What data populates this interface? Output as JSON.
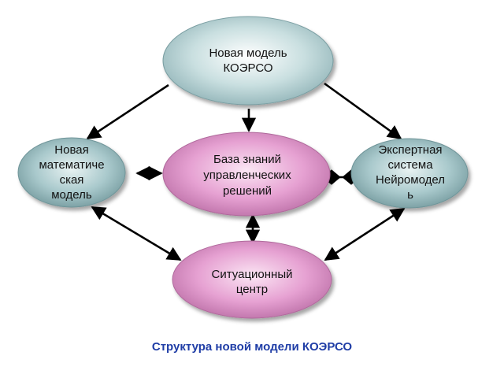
{
  "diagram": {
    "nodes": {
      "top": {
        "label": "Новая модель\nКОЭРСО",
        "color": "#b9d4d6"
      },
      "left": {
        "label": "Новая\nматематиче\nская\nмодель",
        "color": "#a9c9cc"
      },
      "center": {
        "label": "База знаний\nуправленческих\nрешений",
        "color": "#e7a3d3"
      },
      "right": {
        "label": "Экспертная\nсистема\nНейромодел\nь",
        "color": "#a9c9cc"
      },
      "bottom": {
        "label": "Ситуационный\nцентр",
        "color": "#e7a3d3"
      }
    },
    "edges": [
      {
        "from": "top",
        "to": "left",
        "type": "arrow"
      },
      {
        "from": "top",
        "to": "center",
        "type": "arrow"
      },
      {
        "from": "top",
        "to": "right",
        "type": "arrow"
      },
      {
        "from": "left",
        "to": "center",
        "type": "double-arrow"
      },
      {
        "from": "center",
        "to": "right",
        "type": "double-diamond"
      },
      {
        "from": "center",
        "to": "bottom",
        "type": "double-arrow"
      },
      {
        "from": "left",
        "to": "bottom",
        "type": "double-arrow"
      },
      {
        "from": "right",
        "to": "bottom",
        "type": "double-arrow"
      }
    ],
    "caption": "Структура новой модели КОЭРСО",
    "colors": {
      "arrow": "#000000",
      "caption": "#1f3da6"
    }
  }
}
